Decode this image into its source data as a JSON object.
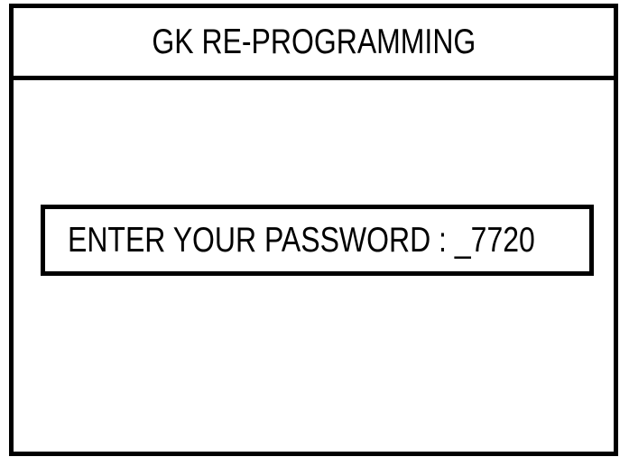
{
  "screen": {
    "title": "GK RE-PROGRAMMING",
    "password_field": {
      "label": "ENTER YOUR PASSWORD :",
      "entry": "_7720",
      "cursor": "_",
      "value": "7720"
    }
  },
  "colors": {
    "border": "#000000",
    "text": "#000000",
    "background": "#ffffff"
  }
}
